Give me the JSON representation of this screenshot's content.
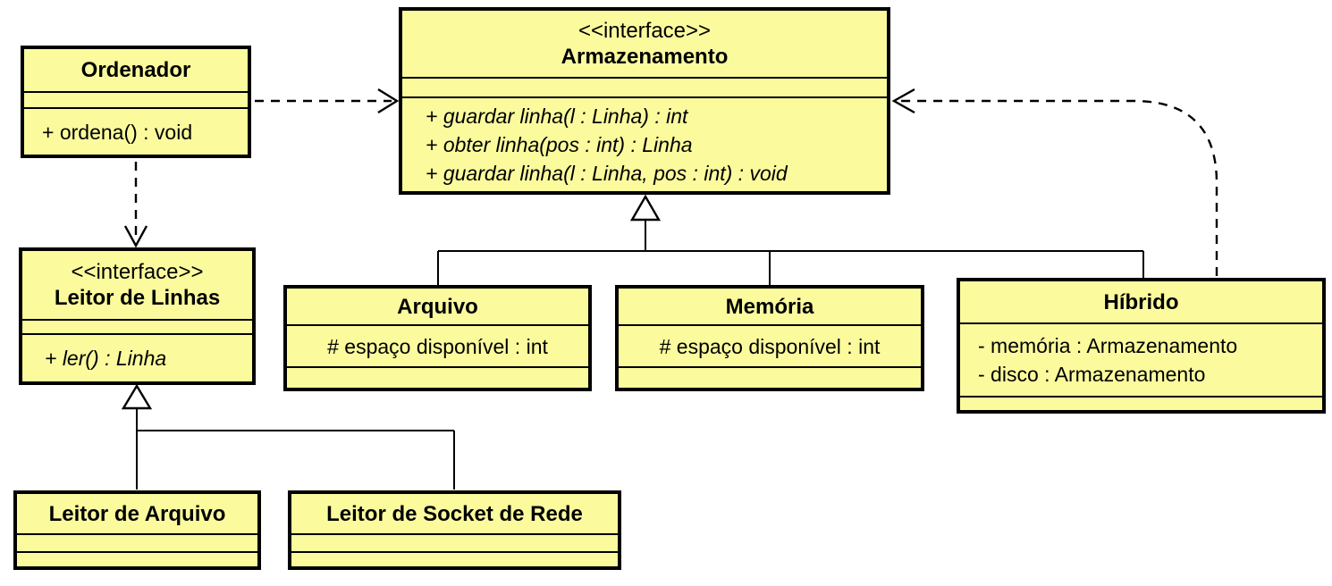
{
  "diagram": {
    "kind": "uml-class-diagram",
    "colors": {
      "box_fill": "#FBFB9E",
      "border": "#000000",
      "background": "#FFFFFF",
      "triangle_fill": "#FFFFFF"
    }
  },
  "classes": {
    "ordenador": {
      "name": "Ordenador",
      "attributes": [],
      "methods": [
        "+ ordena() : void"
      ]
    },
    "armazenamento": {
      "stereotype": "<<interface>>",
      "name": "Armazenamento",
      "attributes": [],
      "methods": [
        "+ guardar linha(l : Linha) : int",
        "+ obter linha(pos : int) : Linha",
        "+ guardar linha(l : Linha, pos : int) : void"
      ]
    },
    "leitor_de_linhas": {
      "stereotype": "<<interface>>",
      "name": "Leitor de Linhas",
      "attributes": [],
      "methods": [
        "+ ler() : Linha"
      ]
    },
    "arquivo": {
      "name": "Arquivo",
      "attributes": [
        "# espaço disponível : int"
      ],
      "methods": []
    },
    "memoria": {
      "name": "Memória",
      "attributes": [
        "# espaço disponível : int"
      ],
      "methods": []
    },
    "hibrido": {
      "name": "Híbrido",
      "attributes": [
        "- memória : Armazenamento",
        "- disco : Armazenamento"
      ],
      "methods": []
    },
    "leitor_de_arquivo": {
      "name": "Leitor de Arquivo",
      "attributes": [],
      "methods": []
    },
    "leitor_de_socket_de_rede": {
      "name": "Leitor de Socket de Rede",
      "attributes": [],
      "methods": []
    }
  },
  "relationships": [
    {
      "type": "dependency",
      "from": "Ordenador",
      "to": "Armazenamento",
      "line": "dashed",
      "arrow": "open"
    },
    {
      "type": "dependency",
      "from": "Ordenador",
      "to": "Leitor de Linhas",
      "line": "dashed",
      "arrow": "open"
    },
    {
      "type": "generalization",
      "from": "Arquivo",
      "to": "Armazenamento",
      "line": "solid",
      "arrow": "hollow-triangle"
    },
    {
      "type": "generalization",
      "from": "Memória",
      "to": "Armazenamento",
      "line": "solid",
      "arrow": "hollow-triangle"
    },
    {
      "type": "generalization",
      "from": "Híbrido",
      "to": "Armazenamento",
      "line": "solid",
      "arrow": "hollow-triangle"
    },
    {
      "type": "dependency",
      "from": "Híbrido",
      "to": "Armazenamento",
      "line": "dashed",
      "arrow": "open"
    },
    {
      "type": "generalization",
      "from": "Leitor de Arquivo",
      "to": "Leitor de Linhas",
      "line": "solid",
      "arrow": "hollow-triangle"
    },
    {
      "type": "generalization",
      "from": "Leitor de Socket de Rede",
      "to": "Leitor de Linhas",
      "line": "solid",
      "arrow": "hollow-triangle"
    }
  ]
}
